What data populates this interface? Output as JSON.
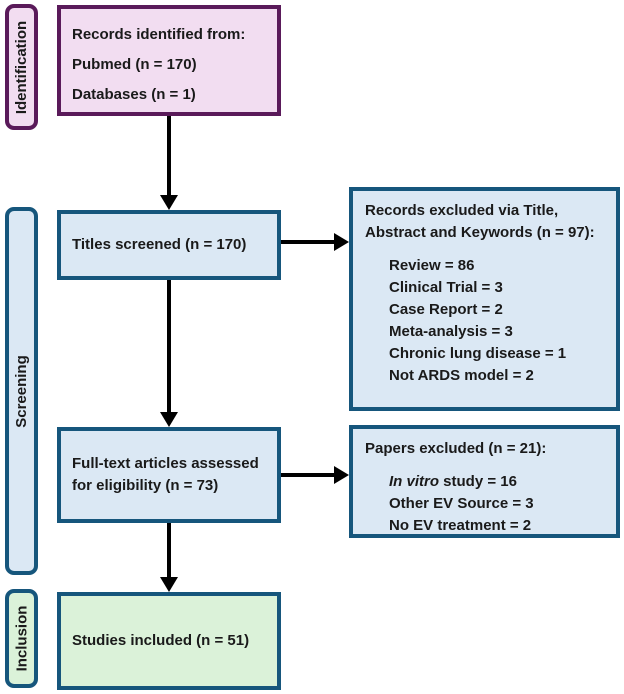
{
  "sidebar": {
    "identification": "Identification",
    "screening": "Screening",
    "inclusion": "Inclusion"
  },
  "boxes": {
    "records_identified": {
      "lines": [
        "Records identified from:",
        "Pubmed (n = 170)",
        "Databases (n = 1)"
      ]
    },
    "titles_screened": {
      "label": "Titles screened (n = 170)"
    },
    "records_excluded": {
      "heading": "Records excluded via Title, Abstract and Keywords (n = 97):",
      "items": [
        "Review = 86",
        "Clinical Trial = 3",
        "Case Report = 2",
        "Meta-analysis = 3",
        "Chronic lung disease = 1",
        "Not ARDS model = 2"
      ]
    },
    "fulltext_assessed": {
      "label": "Full-text articles assessed for eligibility (n = 73)"
    },
    "papers_excluded": {
      "heading": "Papers excluded (n = 21):",
      "items": [
        {
          "italic": "In vitro",
          "text": " study = 16"
        },
        {
          "italic": "",
          "text": "Other EV Source = 3"
        },
        {
          "italic": "",
          "text": "No EV treatment = 2"
        }
      ]
    },
    "studies_included": {
      "label": "Studies included (n = 51)"
    }
  },
  "colors": {
    "identification_fill": "#f2ddf1",
    "identification_border": "#5a1a5a",
    "screening_fill": "#dbe8f4",
    "screening_border": "#16567c",
    "inclusion_fill": "#dbf2d9",
    "inclusion_border": "#16567c",
    "arrow": "#000000",
    "text": "#1a1a1a"
  }
}
